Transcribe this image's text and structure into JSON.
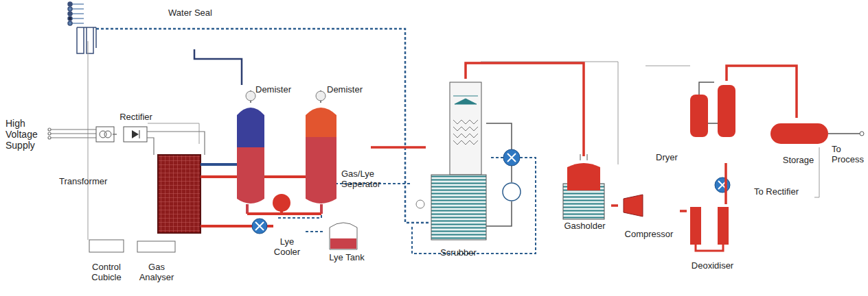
{
  "diagram": {
    "nodes": [
      {
        "text": [
          "Water Seal"
        ]
      },
      {
        "text": [
          "Transformer"
        ]
      },
      {
        "text": [
          "Rectifier"
        ]
      },
      {
        "text": [
          "Demister"
        ]
      },
      {
        "text": [
          "Demister"
        ]
      },
      {
        "text": [
          "Scrubber"
        ]
      },
      {
        "text": [
          "Gasholder"
        ]
      },
      {
        "text": [
          "Compressor"
        ]
      },
      {
        "text": [
          "Dryer"
        ]
      },
      {
        "text": [
          "Storage"
        ]
      },
      {
        "text": [
          "Deoxidiser"
        ]
      },
      {
        "text": [
          "Lye Cooler"
        ]
      },
      {
        "text": [
          "Lye Tank"
        ]
      },
      {
        "text": [
          "Control Cubicle"
        ]
      },
      {
        "text": [
          "Gas Analyser"
        ]
      }
    ],
    "edges": [
      {
        "from": 1,
        "to": 2,
        "arrow": "none"
      },
      {
        "from": 3,
        "to": 0,
        "arrow": "none"
      },
      {
        "from": 4,
        "to": 5,
        "arrow": "none"
      },
      {
        "from": 5,
        "to": 6,
        "arrow": "none"
      },
      {
        "from": 6,
        "to": 7,
        "arrow": "none"
      },
      {
        "from": 7,
        "to": 10,
        "arrow": "none"
      },
      {
        "from": 10,
        "to": 8,
        "arrow": "none"
      },
      {
        "from": 8,
        "to": 9,
        "arrow": "none"
      },
      {
        "from": 12,
        "to": 11,
        "arrow": "none"
      }
    ],
    "labels": [
      "High Voltage Supply",
      "Gas/Lye Seperator",
      "To Process",
      "To Rectifier"
    ]
  }
}
